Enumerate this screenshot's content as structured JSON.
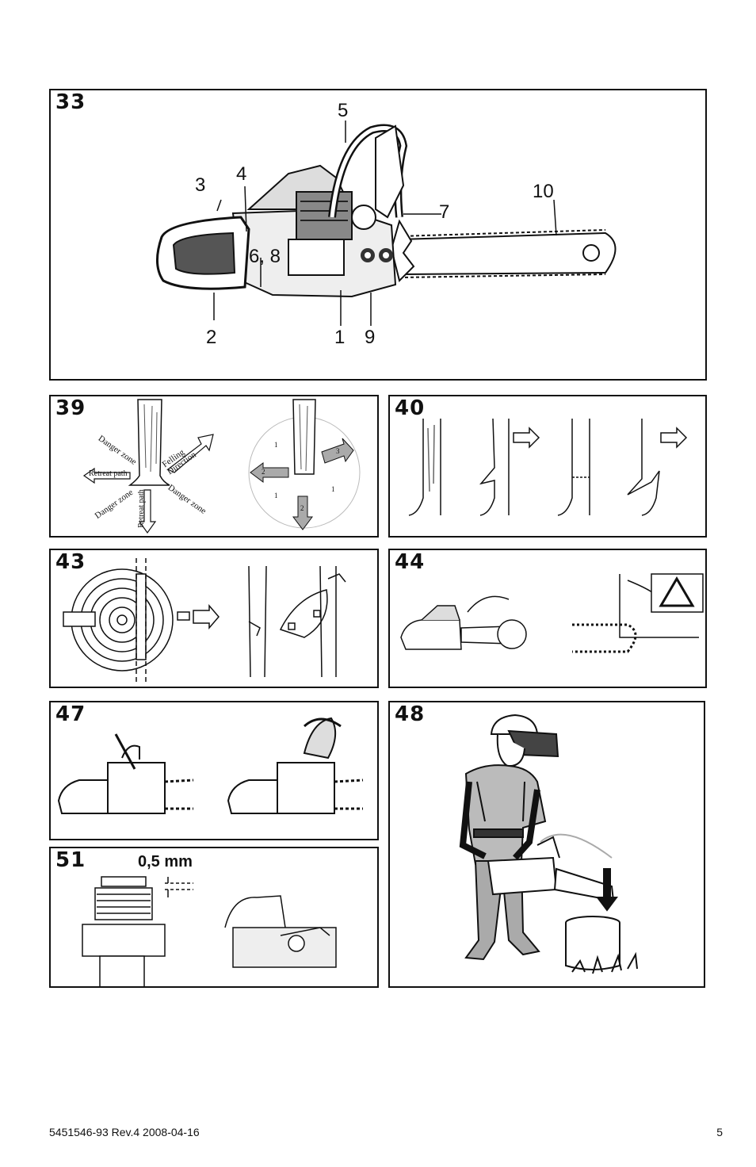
{
  "fig33": {
    "number": "33",
    "callouts": {
      "c1": "1",
      "c2": "2",
      "c3": "3",
      "c4": "4",
      "c5": "5",
      "c68": "6, 8",
      "c7": "7",
      "c9": "9",
      "c10": "10"
    }
  },
  "fig39": {
    "number": "39",
    "labels": {
      "danger_zone_1": "Danger zone",
      "danger_zone_2": "Danger zone",
      "danger_zone_3": "Danger zone",
      "felling_direction": "Felling Direction",
      "retreat_path_1": "Retreat path",
      "retreat_path_2": "Retreat path"
    },
    "zones": {
      "z1a": "1",
      "z1b": "1",
      "z1c": "1",
      "z2a": "2",
      "z2b": "2",
      "z3": "3"
    }
  },
  "fig40": {
    "number": "40"
  },
  "fig43": {
    "number": "43"
  },
  "fig44": {
    "number": "44"
  },
  "fig47": {
    "number": "47"
  },
  "fig48": {
    "number": "48"
  },
  "fig51": {
    "number": "51",
    "gap_label": "0,5 mm"
  },
  "footer": {
    "doc_id": "5451546-93 Rev.4 2008-04-16",
    "page": "5"
  }
}
